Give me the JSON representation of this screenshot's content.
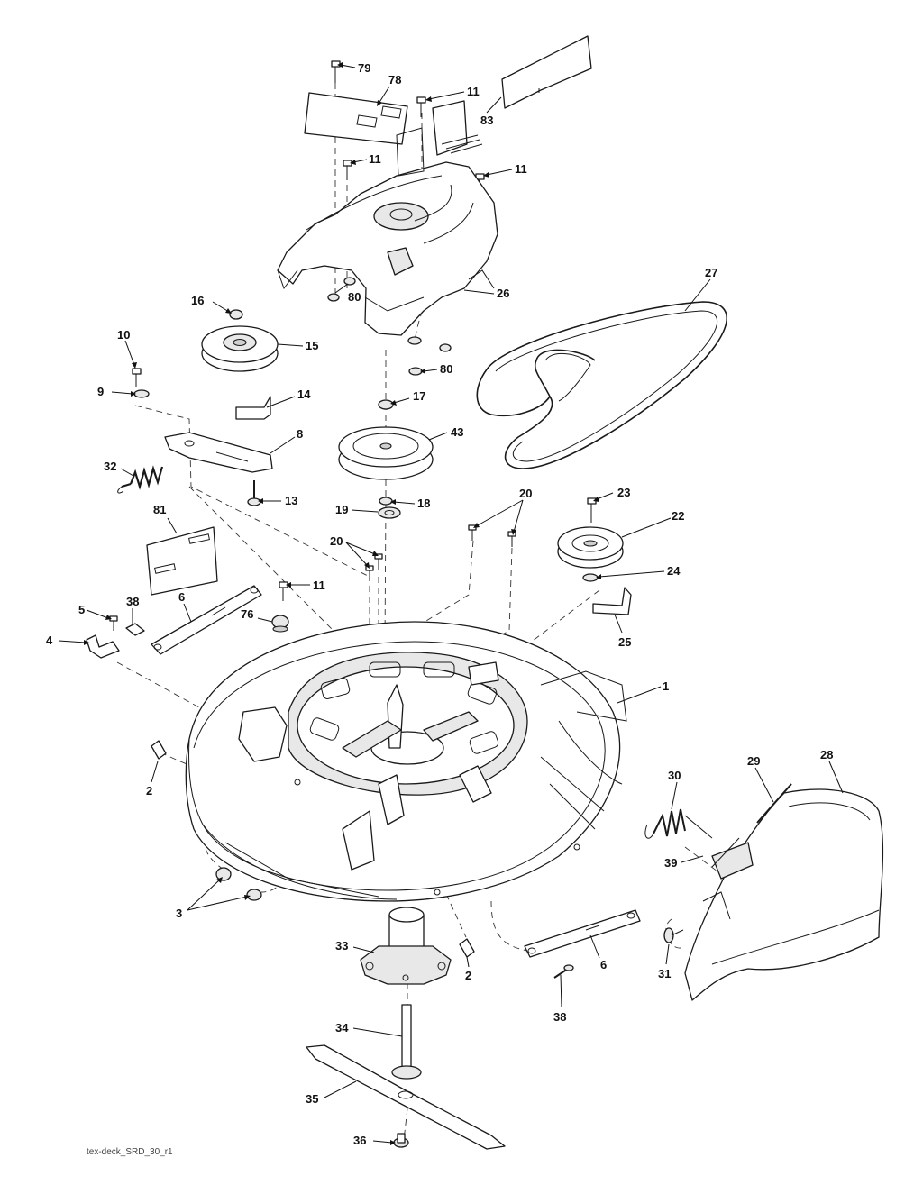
{
  "caption": "tex-deck_SRD_30_r1",
  "callouts": [
    {
      "id": "c79",
      "label": "79"
    },
    {
      "id": "c78",
      "label": "78"
    },
    {
      "id": "c11a",
      "label": "11"
    },
    {
      "id": "c83",
      "label": "83"
    },
    {
      "id": "c11b",
      "label": "11"
    },
    {
      "id": "c11c",
      "label": "11"
    },
    {
      "id": "c27",
      "label": "27"
    },
    {
      "id": "c26",
      "label": "26"
    },
    {
      "id": "c80a",
      "label": "80"
    },
    {
      "id": "c80b",
      "label": "80"
    },
    {
      "id": "c16",
      "label": "16"
    },
    {
      "id": "c15",
      "label": "15"
    },
    {
      "id": "c10",
      "label": "10"
    },
    {
      "id": "c9",
      "label": "9"
    },
    {
      "id": "c14",
      "label": "14"
    },
    {
      "id": "c17",
      "label": "17"
    },
    {
      "id": "c8",
      "label": "8"
    },
    {
      "id": "c43",
      "label": "43"
    },
    {
      "id": "c32",
      "label": "32"
    },
    {
      "id": "c13",
      "label": "13"
    },
    {
      "id": "c18",
      "label": "18"
    },
    {
      "id": "c19",
      "label": "19"
    },
    {
      "id": "c20a",
      "label": "20"
    },
    {
      "id": "c23",
      "label": "23"
    },
    {
      "id": "c22",
      "label": "22"
    },
    {
      "id": "c81",
      "label": "81"
    },
    {
      "id": "c20b",
      "label": "20"
    },
    {
      "id": "c24",
      "label": "24"
    },
    {
      "id": "c11d",
      "label": "11"
    },
    {
      "id": "c38a",
      "label": "38"
    },
    {
      "id": "c5",
      "label": "5"
    },
    {
      "id": "c6a",
      "label": "6"
    },
    {
      "id": "c76",
      "label": "76"
    },
    {
      "id": "c25",
      "label": "25"
    },
    {
      "id": "c4",
      "label": "4"
    },
    {
      "id": "c1",
      "label": "1"
    },
    {
      "id": "c2a",
      "label": "2"
    },
    {
      "id": "c29",
      "label": "29"
    },
    {
      "id": "c28",
      "label": "28"
    },
    {
      "id": "c30",
      "label": "30"
    },
    {
      "id": "c39",
      "label": "39"
    },
    {
      "id": "c3",
      "label": "3"
    },
    {
      "id": "c33",
      "label": "33"
    },
    {
      "id": "c2b",
      "label": "2"
    },
    {
      "id": "c6b",
      "label": "6"
    },
    {
      "id": "c31",
      "label": "31"
    },
    {
      "id": "c38b",
      "label": "38"
    },
    {
      "id": "c34",
      "label": "34"
    },
    {
      "id": "c35",
      "label": "35"
    },
    {
      "id": "c36",
      "label": "36"
    }
  ]
}
